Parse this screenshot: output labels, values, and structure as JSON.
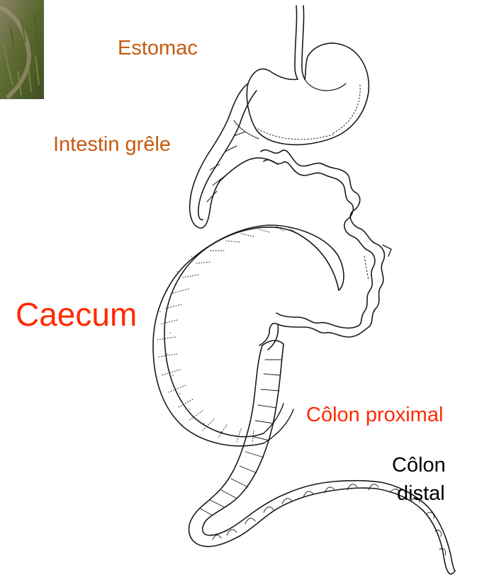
{
  "labels": {
    "estomac": "Estomac",
    "intestin_grele": "Intestin grêle",
    "caecum": "Caecum",
    "colon_proximal": "Côlon proximal",
    "colon_distal_line1": "Côlon",
    "colon_distal_line2": "distal"
  },
  "colors": {
    "estomac": "#c55a11",
    "intestin_grele": "#c55a11",
    "caecum": "#ff2a00",
    "colon_proximal": "#ff2a00",
    "colon_distal": "#000000",
    "drawing_stroke": "#1a1a1a",
    "photo_tint": "#5a6b2e"
  }
}
